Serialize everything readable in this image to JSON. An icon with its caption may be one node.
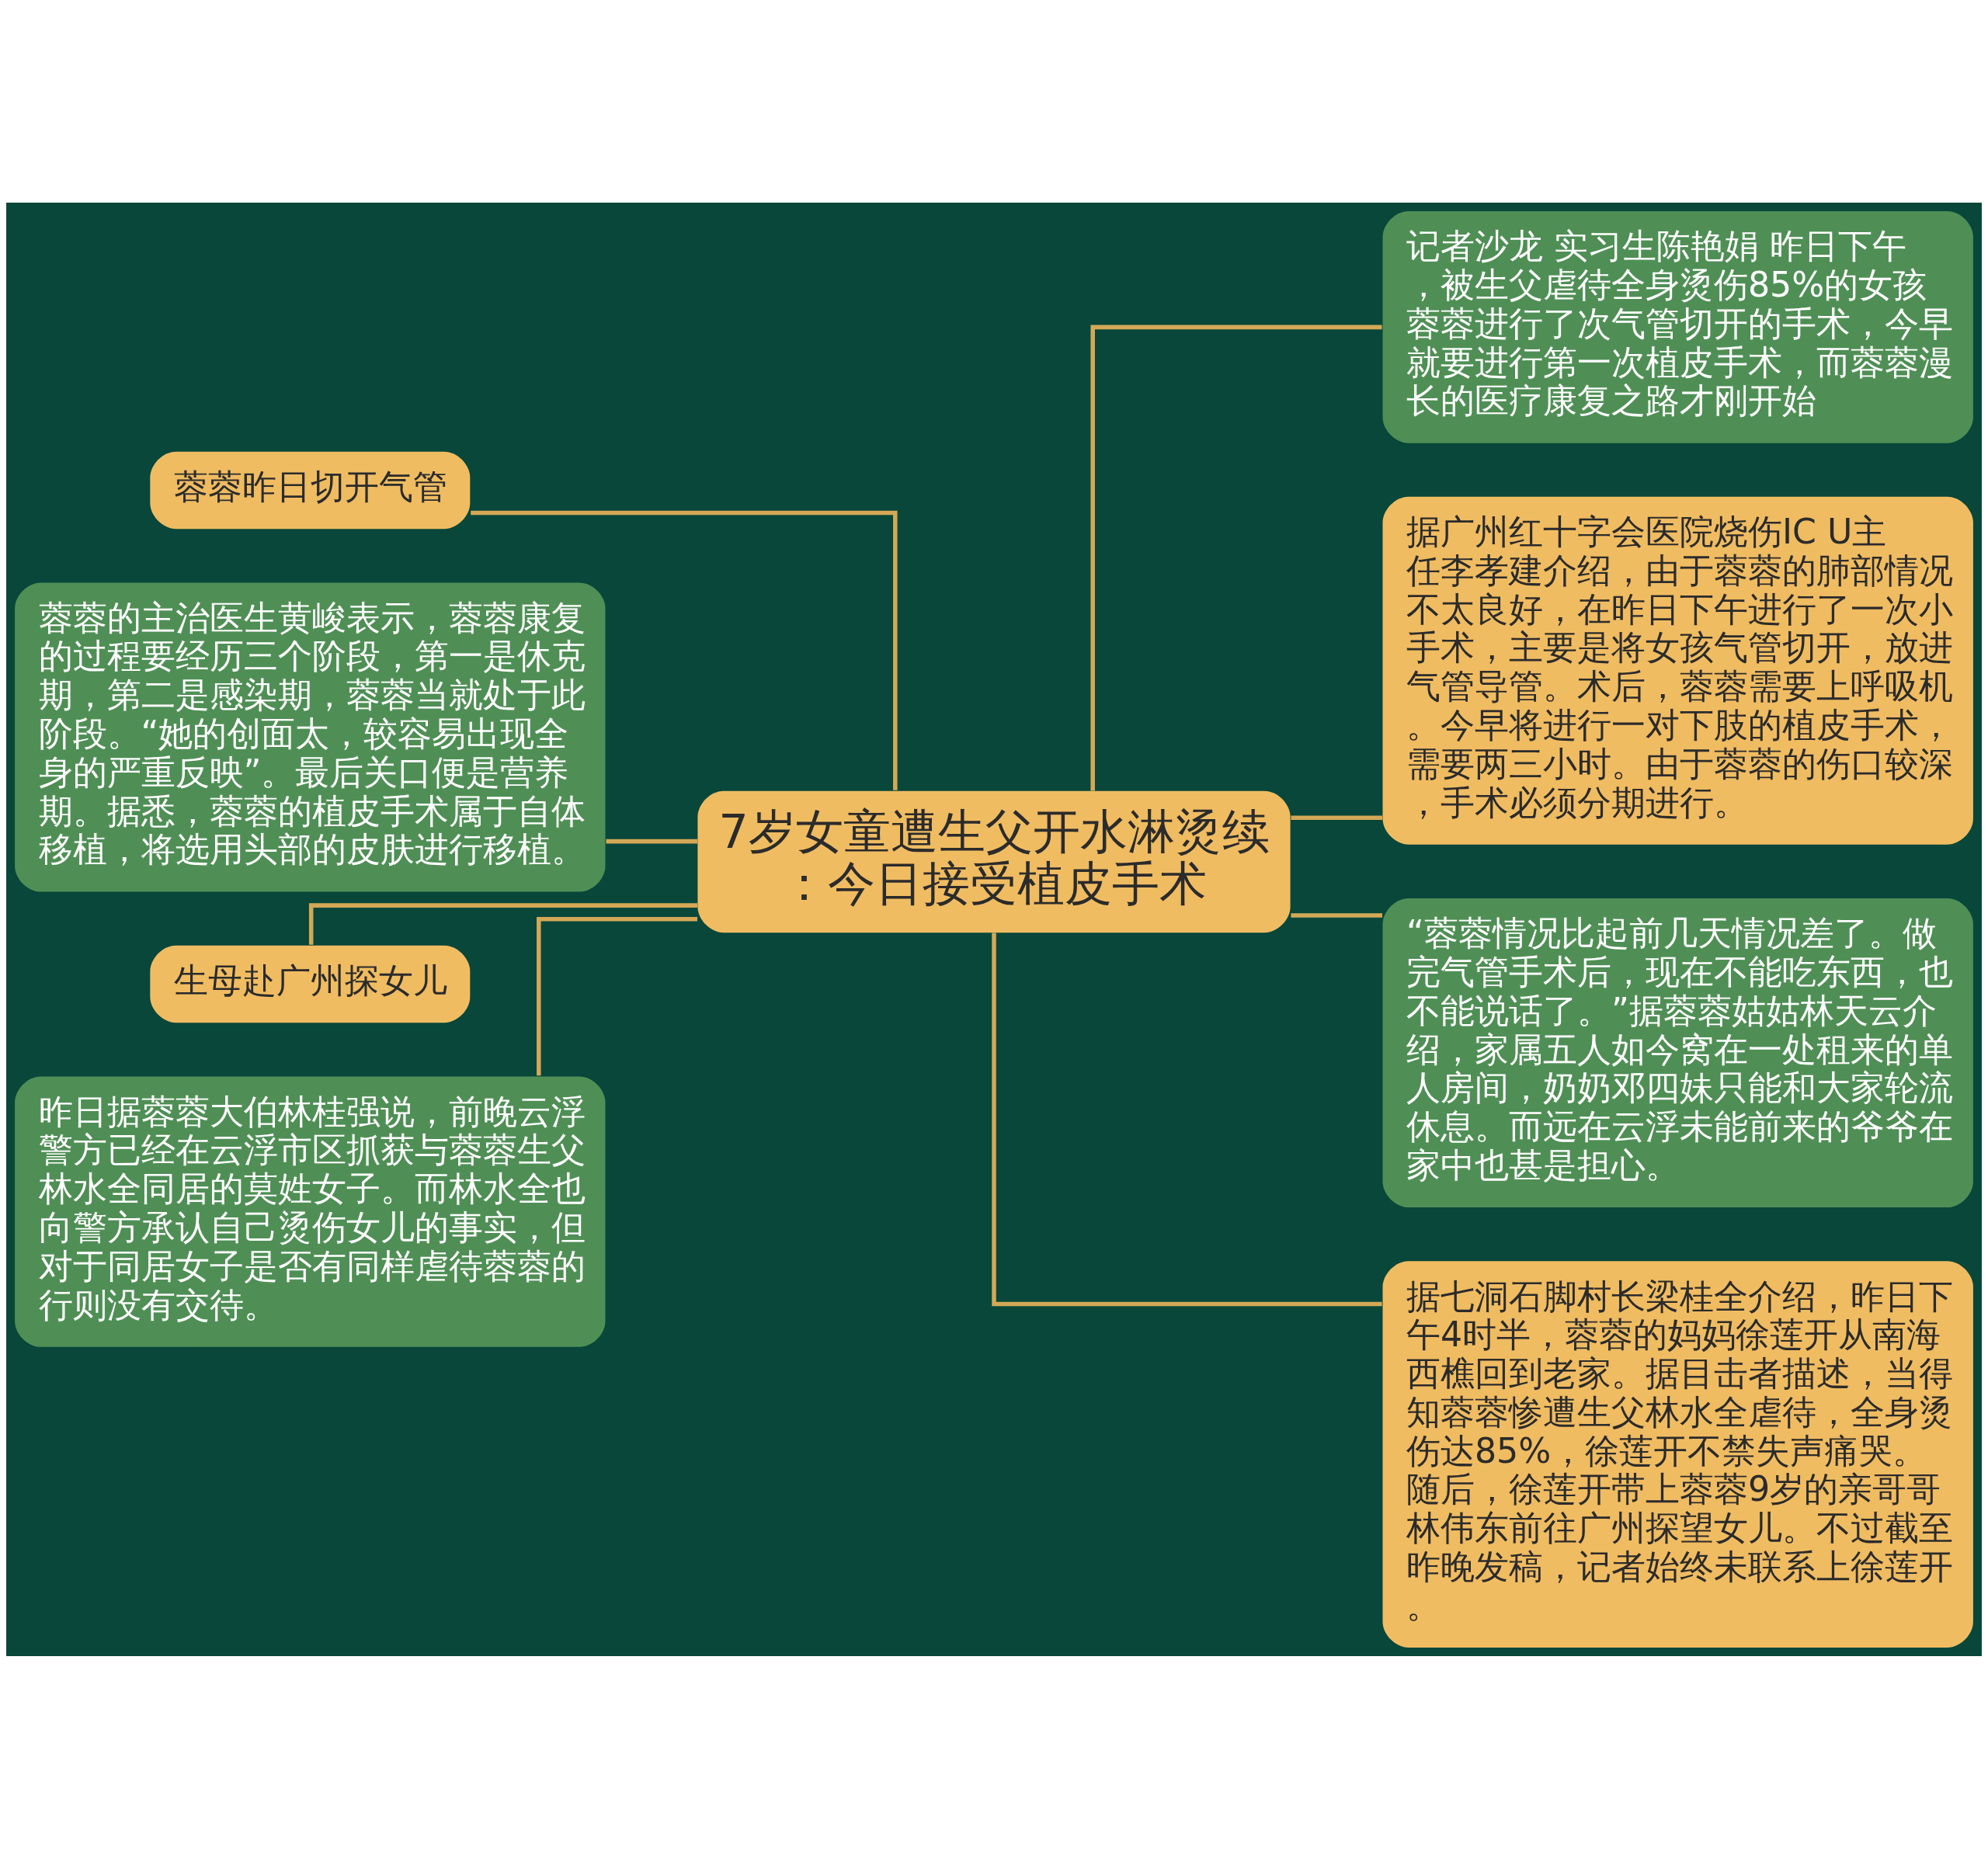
{
  "diagram": {
    "nodes": [
      {
        "text": [
          "7岁女童遭生父开水淋烫续：今日接受植皮手术"
        ]
      },
      {
        "text": [
          "蓉蓉昨日切开气管"
        ]
      },
      {
        "text": [
          "蓉蓉的主治医生黄峻表示，蓉蓉康复的过程要经历三个阶段，第一是休克期，第二是感染期，蓉蓉当就处于此阶段。“她的创面太，较容易出现全身的严重反映”。最后关口便是营养期。据悉，蓉蓉的植皮手术属于自体移植，将选用头部的皮肤进行移植。"
        ]
      },
      {
        "text": [
          "生母赴广州探女儿"
        ]
      },
      {
        "text": [
          "昨日据蓉蓉大伯林桂强说，前晚云浮警方已经在云浮市区抓获与蓉蓉生父林水全同居的莫姓女子。而林水全也向警方承认自己烫伤女儿的事实，但对于同居女子是否有同样虐待蓉蓉的行则没有交待。"
        ]
      },
      {
        "text": [
          "记者沙龙 实习生陈艳娟 昨日下午，被生父虐待全身烫伤85%的女孩蓉蓉进行了次气管切开的手术，今早就要进行第一次植皮手术，而蓉蓉漫长的医疗康复之路才刚开始"
        ]
      },
      {
        "text": [
          "据广州红十字会医院烧伤IC U主任李孝建介绍，由于蓉蓉的肺部情况不太良好，在昨日下午进行了一次小手术，主要是将女孩气管切开，放进气管导管。术后，蓉蓉需要上呼吸机。今早将进行一对下肢的植皮手术，需要两三小时。由于蓉蓉的伤口较深，手术必须分期进行。"
        ]
      },
      {
        "text": [
          "“蓉蓉情况比起前几天情况差了。做完气管手术后，现在不能吃东西，也不能说话了。”据蓉蓉姑姑林天云介绍，家属五人如今窝在一处租来的单人房间，奶奶邓四妹只能和大家轮流休息。而远在云浮未能前来的爷爷在家中也甚是担心。"
        ]
      },
      {
        "text": [
          "据七洞石脚村长梁桂全介绍，昨日下午4时半，蓉蓉的妈妈徐莲开从南海西樵回到老家。据目击者描述，当得知蓉蓉惨遭生父林水全虐待，全身烫伤达85%，徐莲开不禁失声痛哭。随后，徐莲开带上蓉蓉9岁的亲哥哥林伟东前往广州探望女儿。不过截至昨晚发稿，记者始终未联系上徐莲开。"
        ]
      }
    ],
    "edges": [
      {
        "from": 0,
        "to": 1,
        "arrow": "none"
      },
      {
        "from": 0,
        "to": 2,
        "arrow": "none"
      },
      {
        "from": 0,
        "to": 3,
        "arrow": "none"
      },
      {
        "from": 0,
        "to": 4,
        "arrow": "none"
      },
      {
        "from": 0,
        "to": 5,
        "arrow": "none"
      },
      {
        "from": 0,
        "to": 6,
        "arrow": "none"
      },
      {
        "from": 0,
        "to": 7,
        "arrow": "none"
      },
      {
        "from": 0,
        "to": 8,
        "arrow": "none"
      }
    ]
  }
}
